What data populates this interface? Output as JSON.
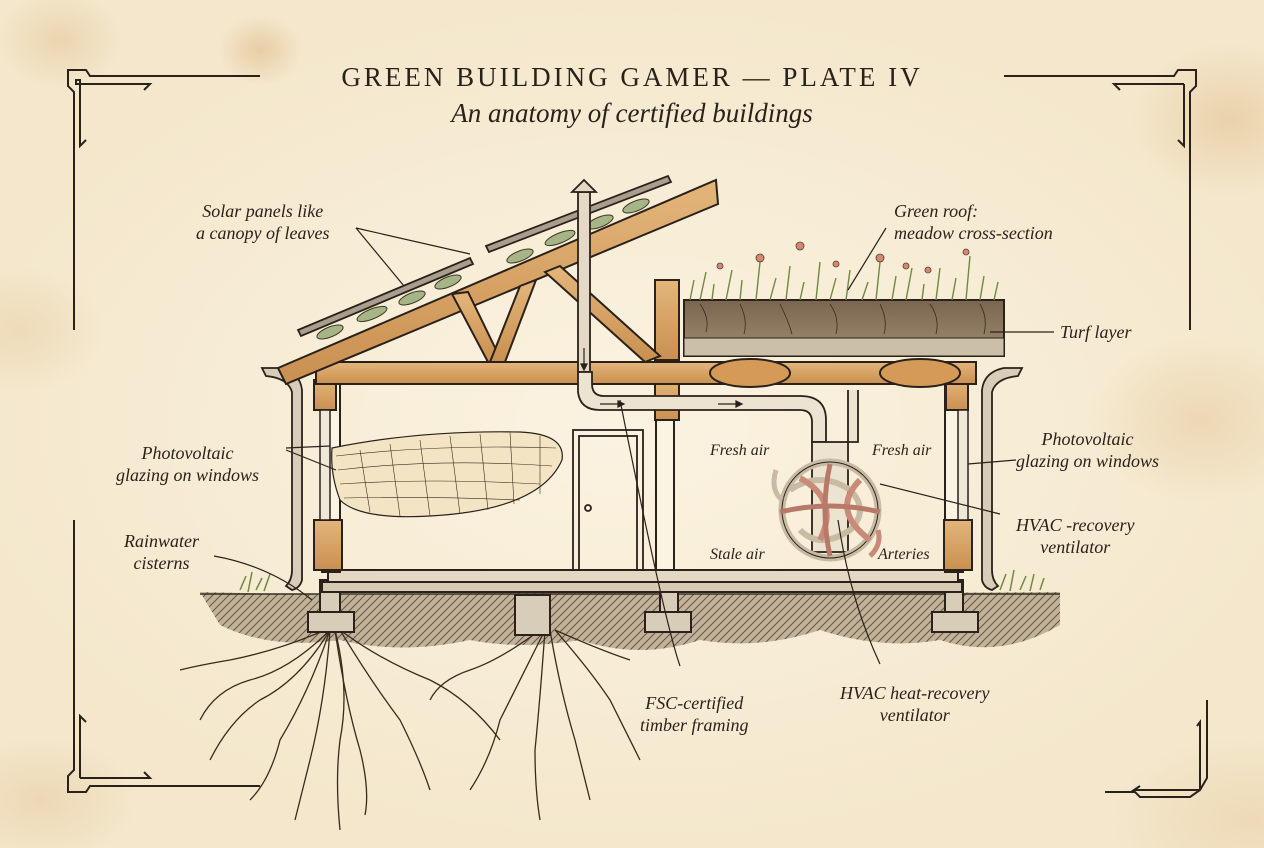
{
  "plate": {
    "title": "GREEN BUILDING GAMER — PLATE IV",
    "subtitle": "An anatomy of certified buildings"
  },
  "labels": {
    "solar_panels": [
      "Solar panels like",
      "a canopy of leaves"
    ],
    "green_roof": [
      "Green roof:",
      "meadow cross-section"
    ],
    "turf_layer": "Turf layer",
    "pv_glazing_left": [
      "Photovoltaic",
      "glazing on windows"
    ],
    "pv_glazing_right": [
      "Photovoltaic",
      "glazing on windows"
    ],
    "rainwater": [
      "Rainwater",
      "cisterns"
    ],
    "fresh_air_left": "Fresh air",
    "fresh_air_right": "Fresh air",
    "stale_air": "Stale air",
    "arteries": "Arteries",
    "hvac_recovery": [
      "HVAC -recovery",
      "ventilator"
    ],
    "fsc_timber": [
      "FSC-certified",
      "timber framing"
    ],
    "hvac_heat_recovery": [
      "HVAC heat-recovery",
      "ventilator"
    ]
  },
  "colors": {
    "ink": "#2a211a",
    "timber": "#d9a868",
    "timber_dark": "#b87a3c",
    "soil": "#8a7660",
    "foliage": "#8fa05a",
    "artery": "#c98a78",
    "paper": "#f6ecd6"
  }
}
